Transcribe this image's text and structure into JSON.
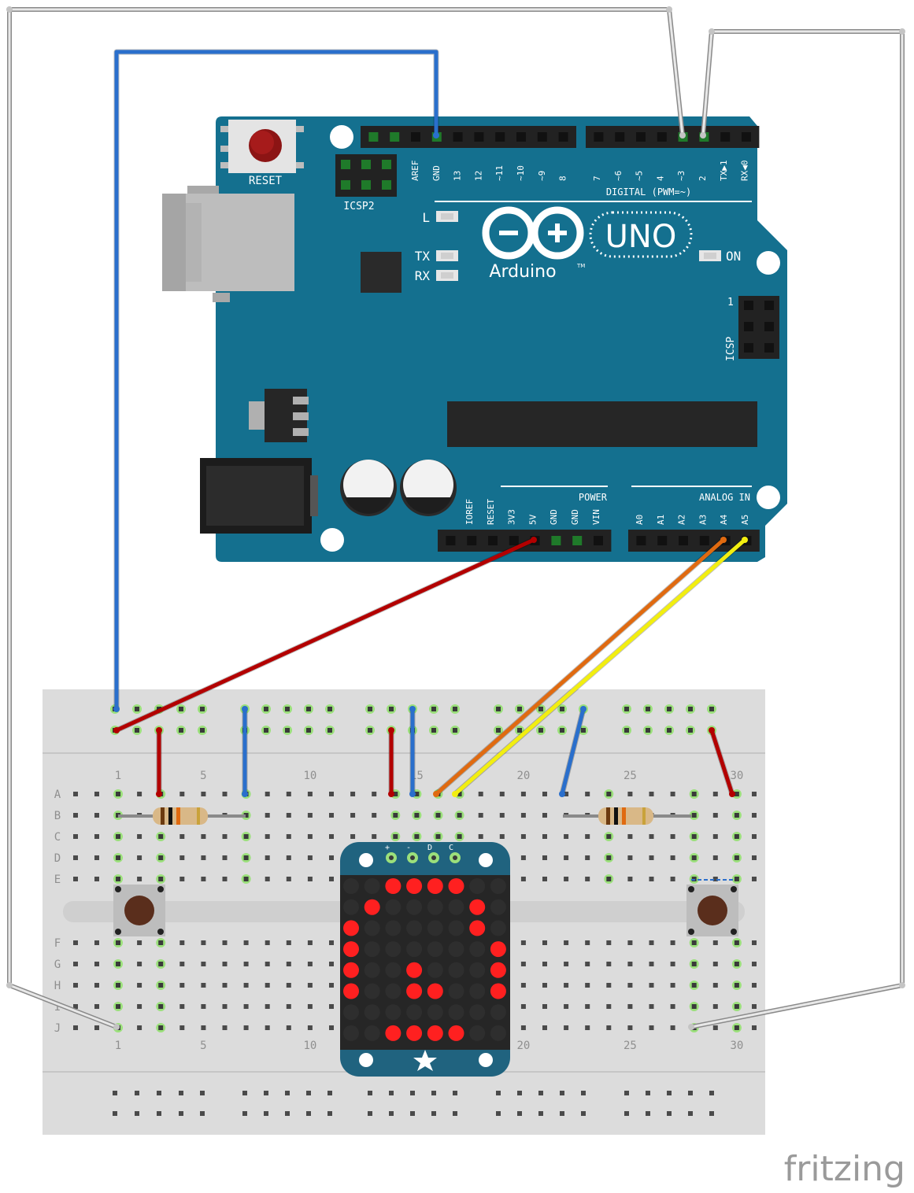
{
  "arduino": {
    "reset_label": "RESET",
    "icsp2_label": "ICSP2",
    "icsp_label": "ICSP",
    "icsp_pin1": "1",
    "brand": "Arduino",
    "tm": "TM",
    "model": "UNO",
    "digital_label": "DIGITAL (PWM=~)",
    "power_label": "POWER",
    "analog_label": "ANALOG IN",
    "led_l": "L",
    "led_tx": "TX",
    "led_rx": "RX",
    "led_on": "ON",
    "top_left_pins": [
      "AREF",
      "GND",
      "13",
      "12",
      "~11",
      "~10",
      "~9",
      "8"
    ],
    "top_right_pins": [
      "7",
      "~6",
      "~5",
      "4",
      "~3",
      "2",
      "TX▶1",
      "RX◀0"
    ],
    "power_pins": [
      "IOREF",
      "RESET",
      "3V3",
      "5V",
      "GND",
      "GND",
      "VIN"
    ],
    "analog_pins": [
      "A0",
      "A1",
      "A2",
      "A3",
      "A4",
      "A5"
    ]
  },
  "breadboard": {
    "rows_top": [
      "A",
      "B",
      "C",
      "D",
      "E"
    ],
    "rows_bottom": [
      "F",
      "G",
      "H",
      "I",
      "J"
    ],
    "col_numbers": [
      "1",
      "5",
      "10",
      "15",
      "20",
      "25",
      "30"
    ]
  },
  "matrix": {
    "pins": [
      "+",
      "-",
      "D",
      "C"
    ]
  },
  "footer": {
    "logo": "fritzing"
  },
  "colors": {
    "board": "#14708f",
    "wire_red": "#b30000",
    "wire_blue": "#2a6fcc",
    "wire_orange": "#e06a10",
    "wire_yellow": "#f2ee10",
    "wire_gray": "#b8b8b8"
  }
}
